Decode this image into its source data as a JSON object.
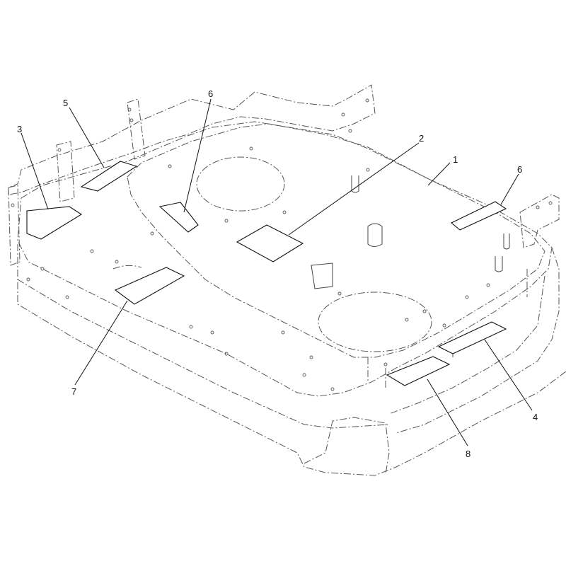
{
  "callouts": {
    "c1": "1",
    "c2": "2",
    "c3": "3",
    "c4": "4",
    "c5": "5",
    "c6a": "6",
    "c6b": "6",
    "c7": "7",
    "c8": "8"
  }
}
